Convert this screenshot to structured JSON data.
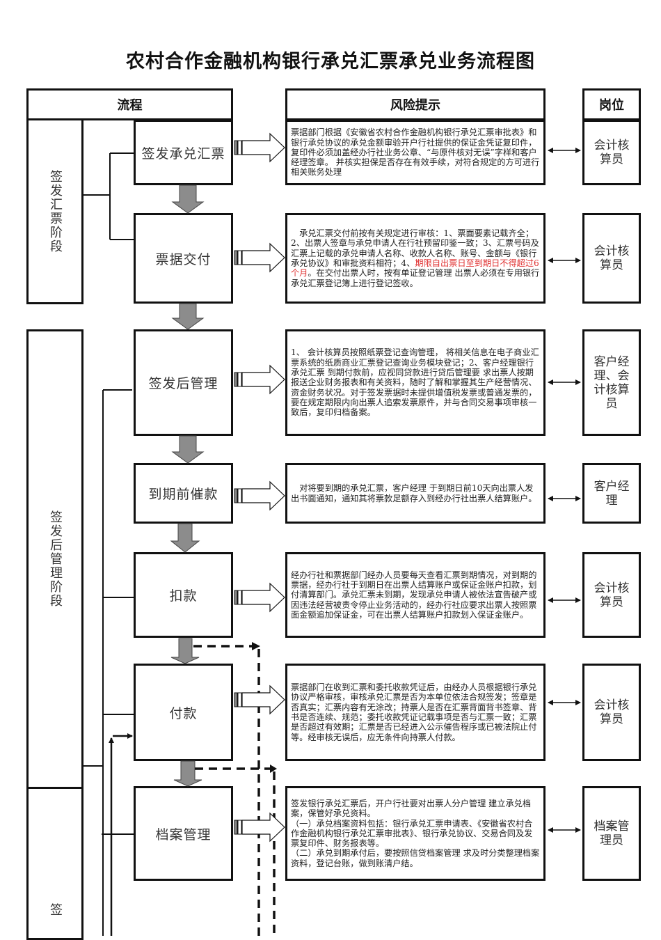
{
  "title": "农村合作金融机构银行承兑汇票承兑业务流程图",
  "headers": {
    "process": "流程",
    "risk": "风险提示",
    "role": "岗位"
  },
  "stages": [
    {
      "label": "签发汇票阶段"
    },
    {
      "label": "签发后管理阶段"
    },
    {
      "label": "签"
    }
  ],
  "steps": [
    {
      "name": "签发承兑汇票",
      "risk": "票据部门根据《安徽省农村合作金融机构银行承兑汇票审批表》和银行承兑协议的承兑金额审验开户行社提供的保证金凭证复印件，复印件必须加盖经办行社业务公章、“与原件核对无误”字样和客户经理签章。 并核实担保是否存在有效手续，对符合规定的方可进行相关账务处理",
      "role": "会计核算员"
    },
    {
      "name": "票据交付",
      "risk_pre": "　承兑汇票交付前按有关规定进行审核：1、票面要素记载齐全；2、出票人签章与承兑申请人在行社预留印鉴一致；3、汇票号码及汇票上记载的承兑申请人名称、收款人名称、账号、金额与《银行承兑协议》和审批资料相符；4、",
      "risk_highlight": "期限自出票日至到期日不得超过6个月",
      "risk_post": "。在交付出票人时，按有单证登记管理 出票人必须在专用银行承兑汇票登记簿上进行登记签收。",
      "highlight_color": "#e03030",
      "role": "会计核算员"
    },
    {
      "name": "签发后管理",
      "risk": "1、 会计核算员按照纸票登记查询管理， 将相关信息在电子商业汇票系统的纸质商业汇票登记查询业务模块登记；2、客户经理银行承兑汇票 到期付款前，应视同贷款进行贷后管理要 求出票人按期报送企业财务报表和有关资料，随时了解和掌握其生产经营情况、资金财务状况。对于签发票据时未提供增值税发票或普通发票的，要在规定期限内向出票人追索发票原件，并与合同交易事项审核一致后，复印归档备案。",
      "role": "客户经理、会计核算员"
    },
    {
      "name": "到期前催款",
      "risk": "　对将要到期的承兑汇票，客户经理 于到期日前10天向出票人发出书面通知，通知其将票款足额存入到经办行社出票人结算账户。",
      "role": "客户经理"
    },
    {
      "name": "扣款",
      "risk": "经办行社和票据部门经办人员要每天查看汇票到期情况，对到期的票据，经办行社于到期日在出票人结算账户或保证金账户扣款，划付清算部门。承兑汇票未到期，发现承兑申请人被依法宣告破产或因违法经营被责令停止业务活动的，经办行社应要求出票人按照票面金额追加保证金，可在出票人结算账户扣款划入保证金账户。",
      "role": "会计核算员"
    },
    {
      "name": "付款",
      "risk": "票据部门在收到汇票和委托收款凭证后，由经办人员根据银行承兑协议严格审核，审核承兑汇票是否为本单位依法合规签发；签章是否真实；汇票内容有无涂改；持票人是否在汇票背面背书签章、背书是否连续、规范；委托收款凭证记载事项是否与汇票一致；汇票是否超过有效期；汇票是否已经进入公示催告程序或已被法院止付等。经审核无误后，应无条件向持票人付款。",
      "role": "会计核算员"
    },
    {
      "name": "档案管理",
      "risk": "签发银行承兑汇票后，开户行社要对出票人分户管理 建立承兑档案，保管好承兑资料。\n（一）承兑档案资料包括：银行承兑汇票申请表、《安徽省农村合作金融机构银行承兑汇票审批表》、银行承兑协议、交易合同及发票复印件、财务报表等。\n（二）承兑到期承付后，要按照信贷档案管理 求及时分类整理档案资料，登记台账，做到账清户结。",
      "role": "档案管理员"
    }
  ],
  "colors": {
    "border": "#111111",
    "flow_arrow": "#8c8c8c",
    "highlight": "#e03030"
  }
}
